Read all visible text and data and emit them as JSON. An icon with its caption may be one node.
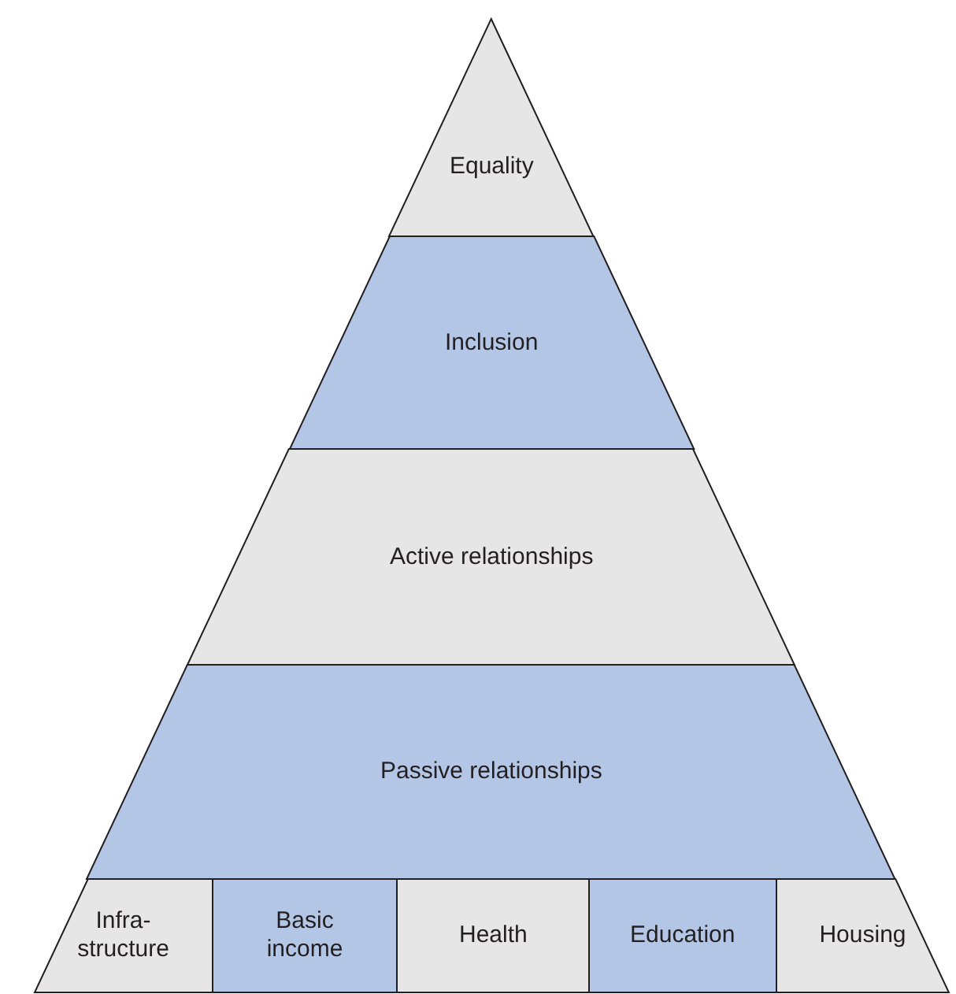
{
  "diagram": {
    "nodes": [
      {
        "text": [
          "Equality"
        ]
      },
      {
        "text": [
          "Inclusion"
        ]
      },
      {
        "text": [
          "Active relationships"
        ]
      },
      {
        "text": [
          "Passive relationships"
        ]
      },
      {
        "text": [
          "Infra-structure"
        ]
      },
      {
        "text": [
          "Basic income"
        ]
      },
      {
        "text": [
          "Health"
        ]
      },
      {
        "text": [
          "Education"
        ]
      },
      {
        "text": [
          "Housing"
        ]
      }
    ]
  }
}
